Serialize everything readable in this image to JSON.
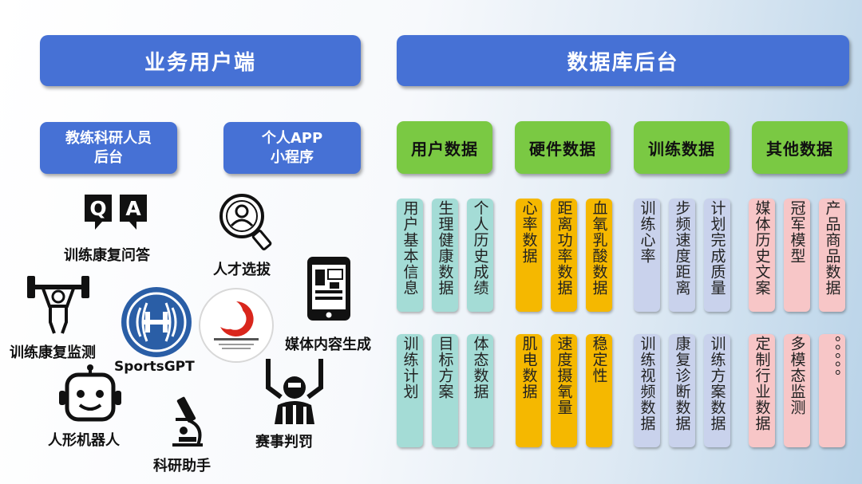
{
  "headers": {
    "business": "业务用户端",
    "database": "数据库后台"
  },
  "sub_panels": {
    "coach": [
      "教练科研人员",
      "后台"
    ],
    "app": [
      "个人APP",
      "小程序"
    ]
  },
  "qa_letters": [
    "Q",
    "A"
  ],
  "features": {
    "qa": "训练康复问答",
    "talent": "人才选拔",
    "monitor": "训练康复监测",
    "media": "媒体内容生成",
    "robot": "人形机器人",
    "research": "科研助手",
    "referee": "赛事判罚"
  },
  "brand": "SportsGPT",
  "categories": [
    "用户数据",
    "硬件数据",
    "训练数据",
    "其他数据"
  ],
  "cells": [
    [
      "用户基本信息",
      "生理健康数据",
      "个人历史成绩",
      "训练计划",
      "目标方案",
      "体态数据"
    ],
    [
      "心率数据",
      "距离功率数据",
      "血氧乳酸数据",
      "肌电数据",
      "速度摄氧量",
      "稳定性"
    ],
    [
      "训练心率",
      "步频速度距离",
      "计划完成质量",
      "训练视频数据",
      "康复诊断数据",
      "训练方案数据"
    ],
    [
      "媒体历史文案",
      "冠军模型",
      "产品商品数据",
      "定制行业数据",
      "多模态监测",
      "。。。。。"
    ]
  ],
  "colors": {
    "header": "#4671d5",
    "category": "#7ac943",
    "user_cells": "#a4dcd6",
    "hardware_cells": "#f5b800",
    "training_cells": "#c9d2ec",
    "other_cells": "#f7c6c7"
  }
}
